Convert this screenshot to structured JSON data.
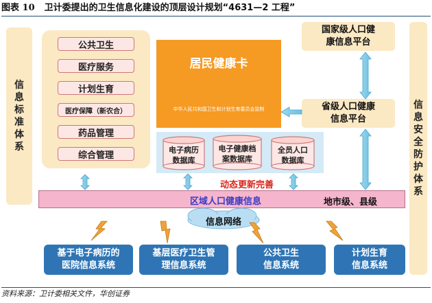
{
  "title": {
    "figure_label": "图表 10",
    "text": "卫计委提出的卫生信息化建设的顶层设计规划“4631—2 工程”"
  },
  "left_side": {
    "label": "信息标准体系"
  },
  "right_side": {
    "label": "信息安全防护体系"
  },
  "business_items": [
    "公共卫生",
    "医疗服务",
    "计划生育",
    "医疗保障（新农合）",
    "药品管理",
    "综合管理"
  ],
  "health_card": {
    "title": "居民健康卡",
    "subtitle": "中华人民共和国卫生和计划生育委员会监制"
  },
  "databases": [
    {
      "line1": "电子病历",
      "line2": "数据库"
    },
    {
      "line1": "电子健康档",
      "line2": "案数据库"
    },
    {
      "line1": "全员人口",
      "line2": "数据库"
    }
  ],
  "platforms": {
    "national": {
      "line1": "国家级人口健",
      "line2": "康信息平台"
    },
    "provincial": {
      "line1": "省级人口健康",
      "line2": "信息平台"
    }
  },
  "dynamic_update": "动态更新完善",
  "regional_bar": {
    "label": "区域人口健康信息",
    "right_label": "地市级、县级"
  },
  "network": {
    "label": "信息网络"
  },
  "systems": [
    {
      "line1": "基于电子病历的",
      "line2": "医院信息系统"
    },
    {
      "line1": "基层医疗卫生管",
      "line2": "理信息系统"
    },
    {
      "line1": "公共卫生",
      "line2": "信息系统"
    },
    {
      "line1": "计划生育",
      "line2": "信息系统"
    }
  ],
  "source": "资料来源：卫计委相关文件，华创证券",
  "colors": {
    "accent_blue": "#2f75b5",
    "orange": "#f59a23",
    "cream": "#fbe9c4",
    "pink": "#f5b5cc",
    "red_text": "#d9261c"
  }
}
